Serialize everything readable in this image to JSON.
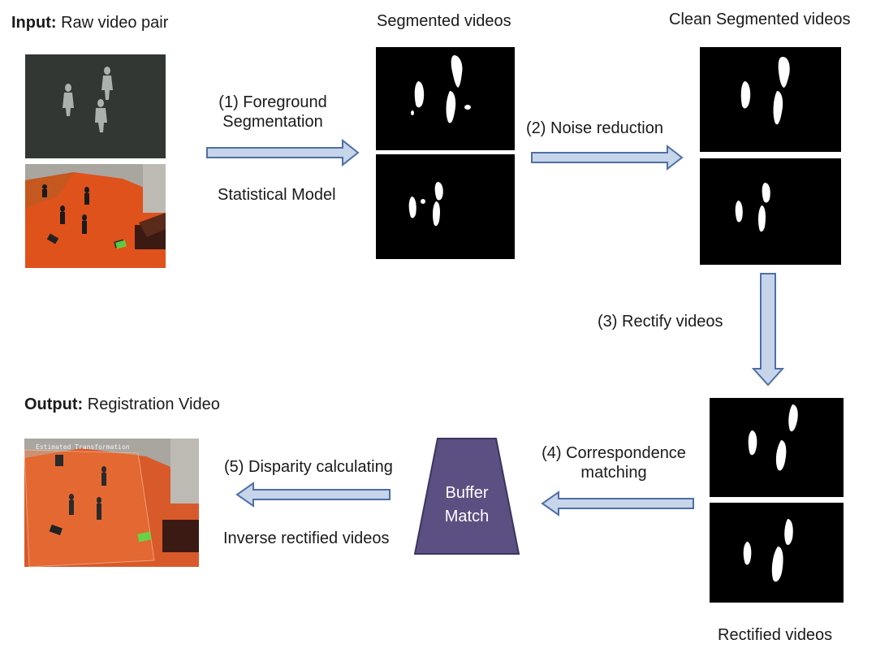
{
  "input": {
    "bold": "Input:",
    "text": "Raw video pair"
  },
  "segmented_title": "Segmented videos",
  "clean_title": "Clean Segmented videos",
  "step1": {
    "line1": "(1) Foreground",
    "line2": "Segmentation",
    "note": "Statistical Model"
  },
  "step2": {
    "label": "(2) Noise reduction"
  },
  "step3": {
    "label": "(3) Rectify videos"
  },
  "step4": {
    "line1": "(4) Correspondence",
    "line2": "matching"
  },
  "step5": {
    "label": "(5) Disparity calculating",
    "note": "Inverse rectified videos"
  },
  "buffer": {
    "line1": "Buffer",
    "line2": "Match",
    "color": "#5c4f82"
  },
  "output": {
    "bold": "Output:",
    "text": "Registration Video",
    "overlay": "Estimated Transformation"
  },
  "rectified_title": "Rectified videos",
  "colors": {
    "arrow_fill": "#c6d5ea",
    "arrow_stroke": "#4f6fa4",
    "thermal_bg": "#2e3431",
    "scene_orange": "#e0521c"
  }
}
